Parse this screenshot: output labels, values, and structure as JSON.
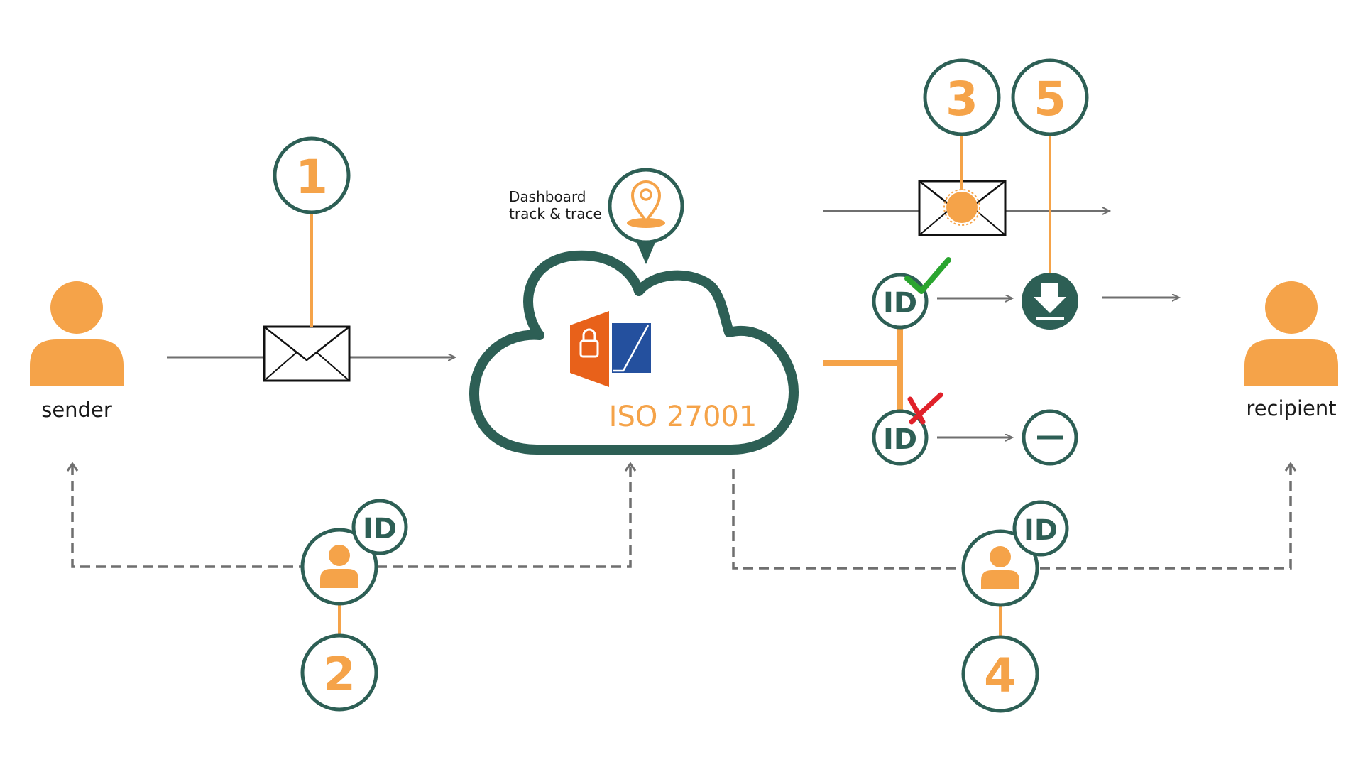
{
  "colors": {
    "teal": "#2d5f55",
    "orange": "#f5a349",
    "gray": "#6f6f6f",
    "green": "#2aa52f",
    "red": "#e0212a",
    "office_orange": "#e8611a",
    "office_blue": "#24509e"
  },
  "actors": {
    "sender": "sender",
    "recipient": "recipient"
  },
  "dashboard": {
    "line1": "Dashboard",
    "line2": "track & trace"
  },
  "cloud": {
    "label": "ISO 27001"
  },
  "steps": {
    "s1": "1",
    "s2": "2",
    "s3": "3",
    "s4": "4",
    "s5": "5"
  },
  "id_badge": "ID",
  "icons": {
    "person": "person-icon",
    "envelope": "envelope-icon",
    "sealed_envelope": "sealed-envelope-icon",
    "location_pin": "location-pin-icon",
    "download": "download-icon",
    "blocked": "blocked-icon",
    "check": "check-icon",
    "cross": "cross-icon",
    "office_lock": "office-lock-icon"
  }
}
